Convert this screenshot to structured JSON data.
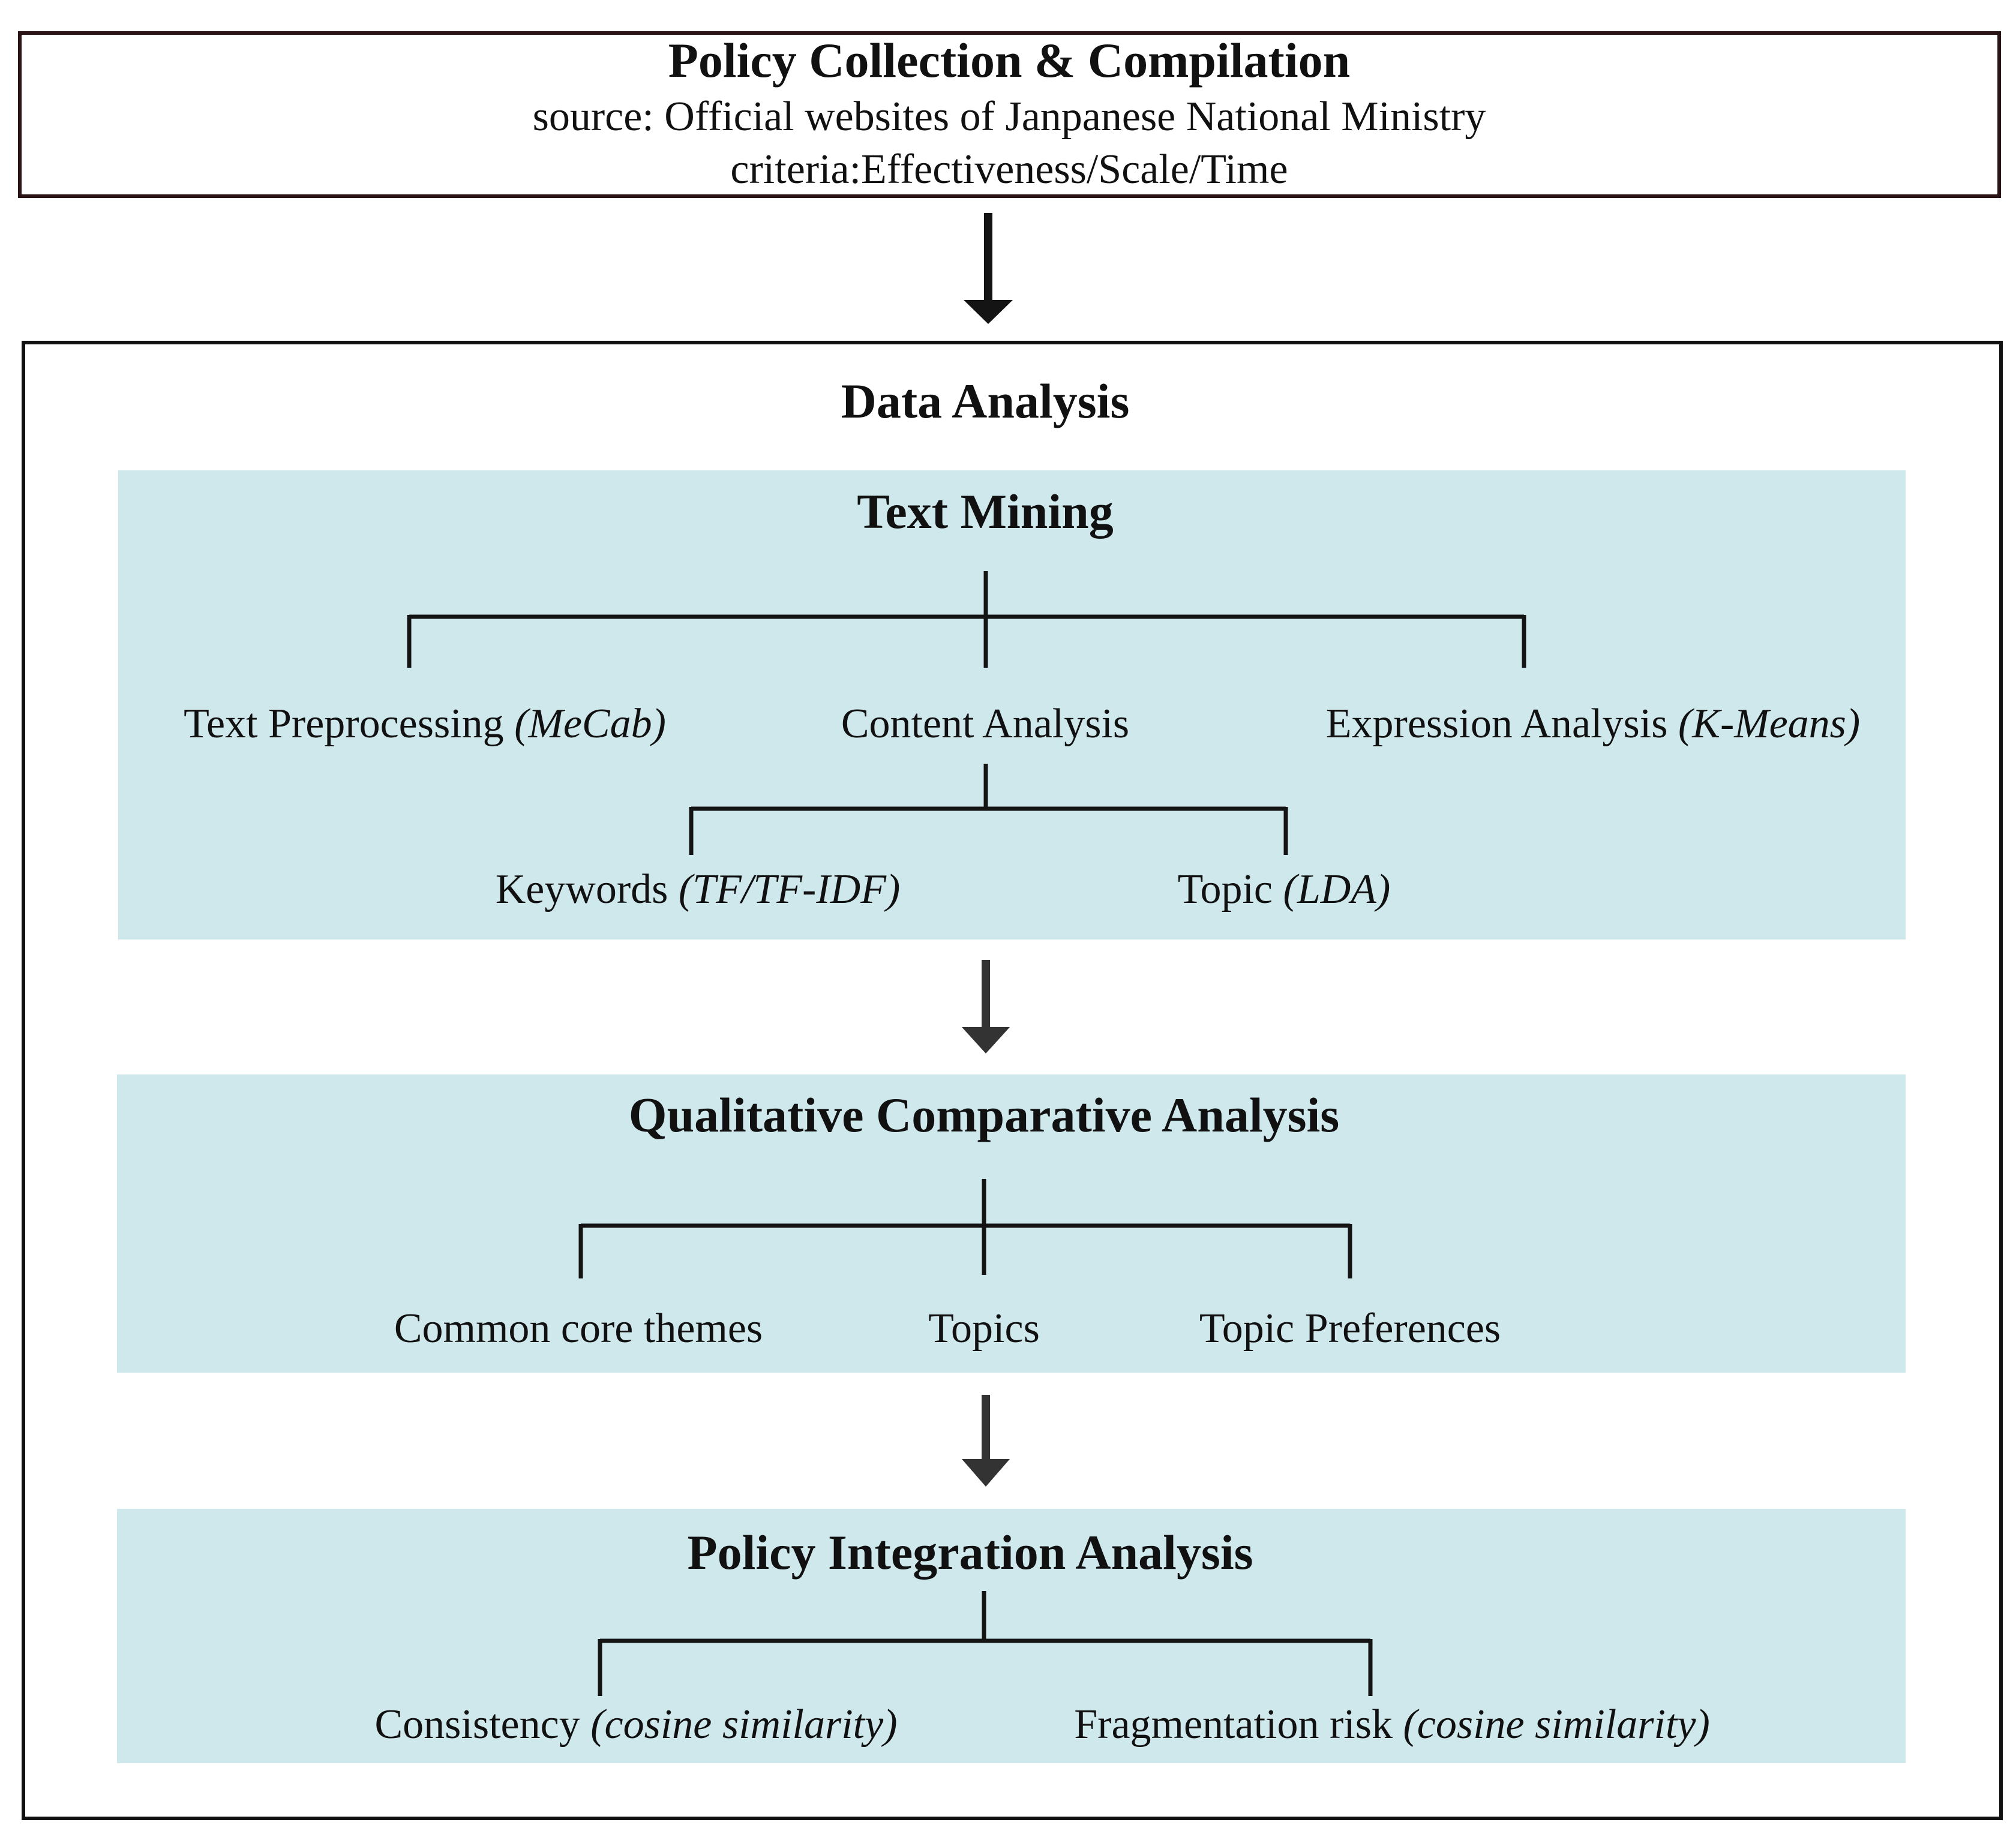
{
  "colors": {
    "panel_fill": "#cfe8ec",
    "top_box_border": "#2a1416",
    "outer_box_border": "#111111",
    "line": "#141414",
    "arrow": "#333333",
    "text": "#111111"
  },
  "policy_collection": {
    "title": "Policy Collection & Compilation",
    "source_line": "source: Official websites of Janpanese National Ministry",
    "criteria_line": "criteria:Effectiveness/Scale/Time"
  },
  "data_analysis": {
    "title": "Data Analysis",
    "text_mining": {
      "title": "Text Mining",
      "preprocessing": {
        "label": "Text Preprocessing ",
        "method": "(MeCab)"
      },
      "content_analysis": {
        "label": "Content Analysis"
      },
      "expression_analysis": {
        "label": "Expression Analysis ",
        "method": "(K-Means)"
      },
      "keywords": {
        "label": "Keywords ",
        "method": "(TF/TF-IDF)"
      },
      "topic": {
        "label": "Topic ",
        "method": "(LDA)"
      }
    },
    "qca": {
      "title": "Qualitative Comparative Analysis",
      "common_core_themes": "Common core themes",
      "topics": "Topics",
      "topic_preferences": "Topic Preferences"
    },
    "policy_integration": {
      "title": "Policy Integration Analysis",
      "consistency": {
        "label": "Consistency ",
        "method": "(cosine similarity)"
      },
      "fragmentation_risk": {
        "label": "Fragmentation risk ",
        "method": "(cosine similarity)"
      }
    }
  }
}
